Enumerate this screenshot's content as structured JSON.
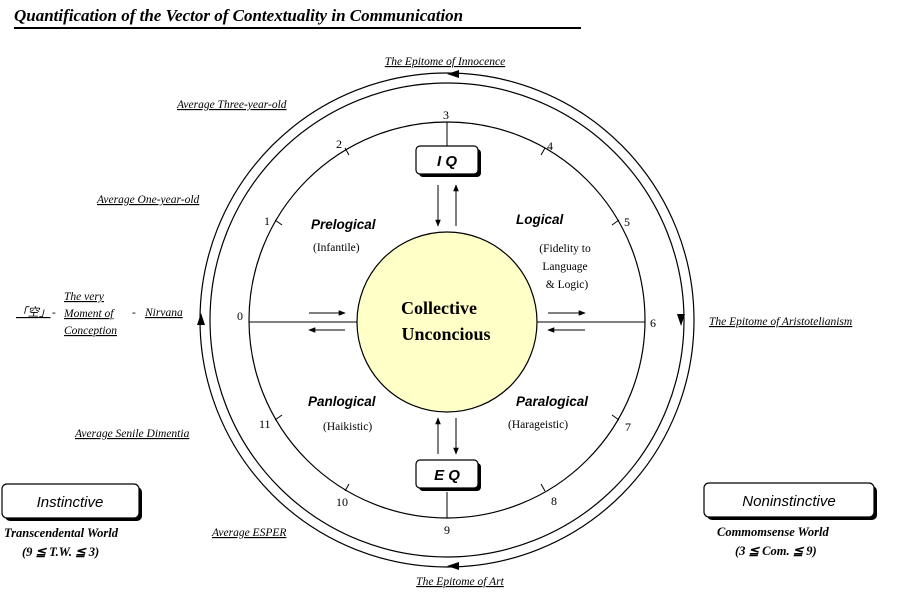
{
  "title": "Quantification of the Vector of Contextuality in Communication",
  "center": {
    "line1": "Collective",
    "line2": "Unconcious"
  },
  "boxes": {
    "iq": "I Q",
    "eq": "E Q"
  },
  "numbers": [
    "0",
    "1",
    "2",
    "3",
    "4",
    "5",
    "6",
    "7",
    "8",
    "9",
    "10",
    "11"
  ],
  "quadrants": {
    "prelogical": {
      "name": "Prelogical",
      "desc": "(Infantile)"
    },
    "logical": {
      "name": "Logical",
      "desc": [
        "(Fidelity to",
        "Language",
        "& Logic)"
      ]
    },
    "panlogical": {
      "name": "Panlogical",
      "desc": "(Haikistic)"
    },
    "paralogical": {
      "name": "Paralogical",
      "desc": "(Harageistic)"
    }
  },
  "outer_labels": {
    "top": "The Epitome of Innocence",
    "right": "The Epitome of Aristotelianism",
    "bottom": "The Epitome of Art",
    "three_year": "Average Three-year-old",
    "one_year": "Average One-year-old",
    "senile": "Average Senile Dimentia",
    "esper": "Average ESPER"
  },
  "left_cluster": {
    "kanji": "「空」",
    "dash1": "-",
    "very": "The very",
    "moment": "Moment of",
    "conception": "Conception",
    "dash2": "-",
    "nirvana": "Nirvana"
  },
  "side_boxes": {
    "instinctive": "Instinctive",
    "noninstinctive": "Noninstinctive"
  },
  "worlds": {
    "left_name": "Transcendental World",
    "left_range": "(9 ≦ T.W. ≦ 3)",
    "right_name": "Commomsense World",
    "right_range": "(3 ≦ Com. ≦ 9)"
  },
  "colors": {
    "center_fill": "#ffffc8",
    "line": "#000000"
  }
}
